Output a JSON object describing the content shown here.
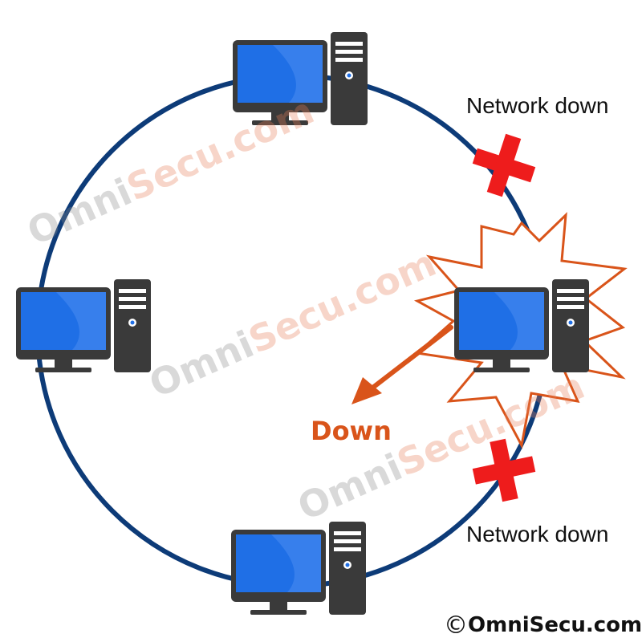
{
  "labels": {
    "network_down_top": "Network down",
    "network_down_bottom": "Network down",
    "down": "Down"
  },
  "watermark": {
    "part1": "Omni",
    "part2": "Secu.com"
  },
  "credit": {
    "symbol": "©",
    "text": "OmniSecu.com"
  },
  "colors": {
    "ring": "#0d3b78",
    "screen": "#1f6fe6",
    "device": "#3a3a3a",
    "cross": "#ee1c1c",
    "burst": "#d9541a",
    "arrow": "#d9541a"
  }
}
